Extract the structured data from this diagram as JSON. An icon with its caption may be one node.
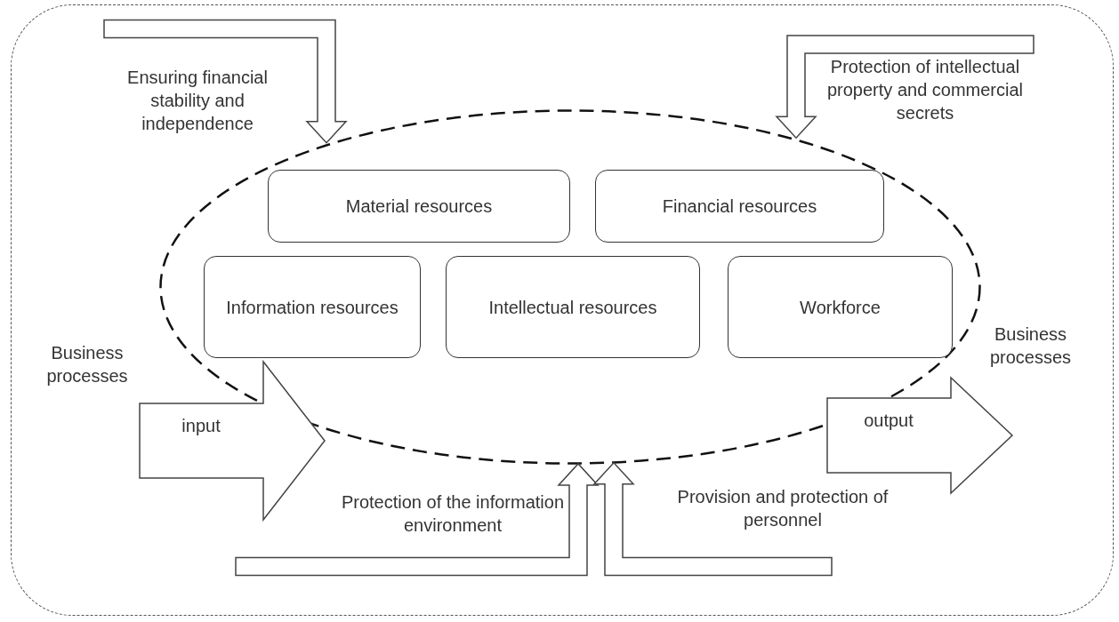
{
  "diagram": {
    "nodes": [
      {
        "text": [],
        "shape": "box"
      },
      {
        "text": [],
        "shape": "ellipse",
        "in": 0
      },
      {
        "text": [
          "Material resources"
        ],
        "in": 1
      },
      {
        "text": [
          "Financial resources"
        ],
        "in": 1
      },
      {
        "text": [
          "Information resources"
        ],
        "in": 1
      },
      {
        "text": [
          "Intellectual resources"
        ],
        "in": 1
      },
      {
        "text": [
          "Workforce"
        ],
        "in": 1
      },
      {
        "text": [
          "input"
        ],
        "beside": [
          "Business processes"
        ],
        "in": 0
      },
      {
        "text": [
          "output"
        ],
        "beside": [
          "Business processes"
        ],
        "in": 0
      }
    ],
    "edges": [
      {
        "from": null,
        "to": 1,
        "arrow": "to"
      },
      {
        "from": null,
        "to": 1,
        "arrow": "to"
      },
      {
        "from": null,
        "to": 1,
        "arrow": "to"
      },
      {
        "from": null,
        "to": 1,
        "arrow": "to"
      }
    ],
    "labels": [
      "Ensuring financial stability and independence",
      "Protection of intellectual property and commercial secrets",
      "Protection of the information environment",
      "Provision and protection of personnel"
    ]
  }
}
